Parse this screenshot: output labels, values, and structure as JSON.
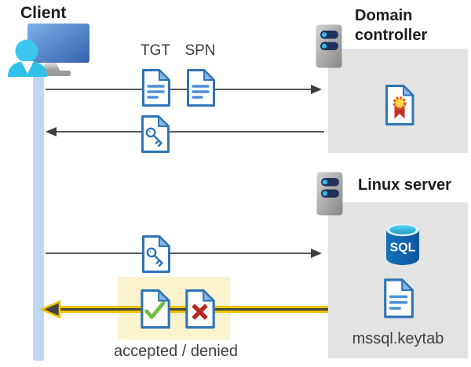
{
  "nodes": {
    "client": {
      "label": "Client"
    },
    "domain_controller": {
      "label": "Domain controller"
    },
    "linux_server": {
      "label": "Linux server"
    },
    "sql_database": {
      "label": "SQL"
    },
    "keytab_file": {
      "label": "mssql.keytab"
    }
  },
  "flows": {
    "ticket_request": {
      "tgt_label": "TGT",
      "spn_label": "SPN"
    },
    "service_response": {
      "result_label": "accepted / denied"
    }
  },
  "icons": {
    "client_workstation": "monitor-with-user",
    "server": "server-rack",
    "ticket_document": "document-with-lines",
    "key_document": "document-with-key",
    "certificate": "document-with-seal",
    "sql_database": "database-cylinder",
    "accepted_document": "document-with-green-check",
    "denied_document": "document-with-red-x"
  },
  "colors": {
    "doc_border_blue": "#2e75b6",
    "doc_line_blue": "#4a90d9",
    "box_gray": "#e3e3e3",
    "timeline_blue": "#bed9f6",
    "arrow_gray": "#575757",
    "highlight_yellow": "#faf3cd",
    "arrow_yellow": "#f3c300",
    "check_green": "#6fbe44",
    "deny_red": "#b5271f"
  }
}
